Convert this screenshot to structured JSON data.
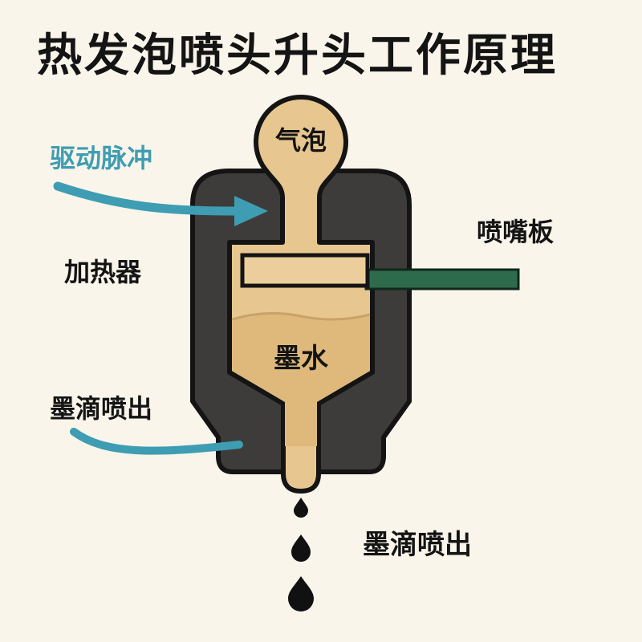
{
  "title": "热发泡喷头升头工作原理",
  "diagram": {
    "bubble_label": "气泡",
    "drive_pulse_label": "驱动脉冲",
    "heater_label": "加热器",
    "nozzle_plate_label": "喷嘴板",
    "ink_label": "墨水",
    "droplet_left_label": "墨滴喷出",
    "droplet_bottom_label": "墨滴喷出",
    "droplet_count": 3
  },
  "colors": {
    "background": "#FAF5EB",
    "accent_teal": "#3E9DB2",
    "printhead_body": "#3D3C3A",
    "ink_tan": "#E7C78F",
    "ink_tan_dark": "#DFB97C",
    "nozzle_plate_green": "#2E6B4D",
    "outline_black": "#141414"
  }
}
